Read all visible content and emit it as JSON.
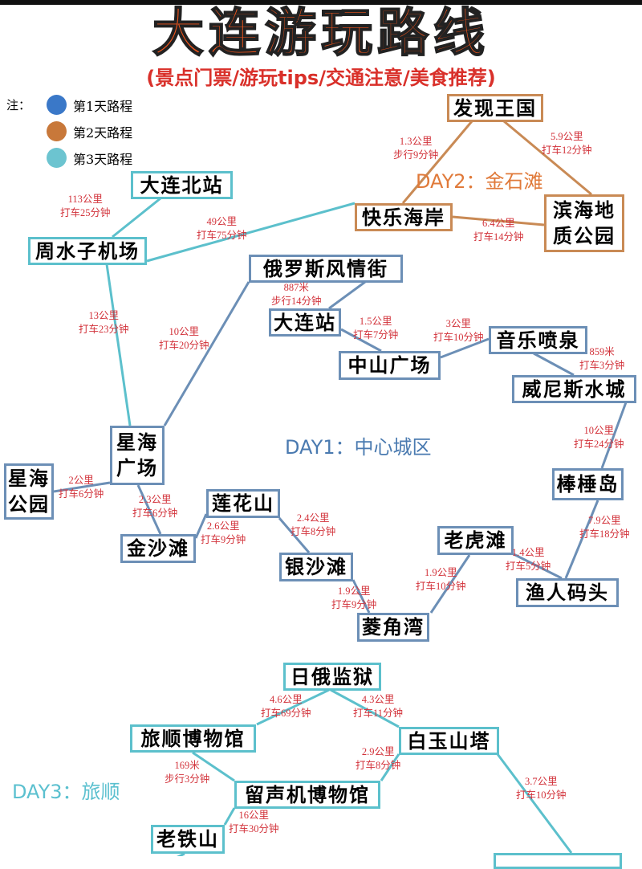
{
  "title": "大连游玩路线",
  "subtitle": "(景点门票/游玩tips/交通注意/美食推荐)",
  "colors": {
    "day1": "#6c8fb6",
    "day2": "#c98a55",
    "day3": "#5cc0cc",
    "title": "#f2561d",
    "label": "#d2323a"
  },
  "legend": {
    "note": "注：",
    "items": [
      {
        "label": "第1天路程",
        "color": "#3a78c8"
      },
      {
        "label": "第2天路程",
        "color": "#c8783a"
      },
      {
        "label": "第3天路程",
        "color": "#6cc4d0"
      }
    ]
  },
  "day_labels": [
    {
      "text": "DAY1：中心城区",
      "color": "#4a7ab0"
    },
    {
      "text": "DAY2：金石滩",
      "color": "#e07a3a"
    },
    {
      "text": "DAY3：旅顺",
      "color": "#5bc0cf"
    }
  ],
  "nodes": [
    {
      "lines": [
        "发现王国"
      ],
      "day": 2
    },
    {
      "lines": [
        "快乐海岸"
      ],
      "day": 2
    },
    {
      "lines": [
        "滨海地",
        "质公园"
      ],
      "day": 2
    },
    {
      "lines": [
        "大连北站"
      ],
      "day": 3
    },
    {
      "lines": [
        "周水子机场"
      ],
      "day": 3
    },
    {
      "lines": [
        "俄罗斯风情街"
      ],
      "day": 1
    },
    {
      "lines": [
        "大连站"
      ],
      "day": 1
    },
    {
      "lines": [
        "中山广场"
      ],
      "day": 1
    },
    {
      "lines": [
        "音乐喷泉"
      ],
      "day": 1
    },
    {
      "lines": [
        "威尼斯水城"
      ],
      "day": 1
    },
    {
      "lines": [
        "棒棰岛"
      ],
      "day": 1
    },
    {
      "lines": [
        "渔人码头"
      ],
      "day": 1
    },
    {
      "lines": [
        "老虎滩"
      ],
      "day": 1
    },
    {
      "lines": [
        "菱角湾"
      ],
      "day": 1
    },
    {
      "lines": [
        "银沙滩"
      ],
      "day": 1
    },
    {
      "lines": [
        "莲花山"
      ],
      "day": 1
    },
    {
      "lines": [
        "金沙滩"
      ],
      "day": 1
    },
    {
      "lines": [
        "星海",
        "广场"
      ],
      "day": 1
    },
    {
      "lines": [
        "星海",
        "公园"
      ],
      "day": 1
    },
    {
      "lines": [
        "日俄监狱"
      ],
      "day": 3
    },
    {
      "lines": [
        "旅顺博物馆"
      ],
      "day": 3
    },
    {
      "lines": [
        "白玉山塔"
      ],
      "day": 3
    },
    {
      "lines": [
        "留声机博物馆"
      ],
      "day": 3
    },
    {
      "lines": [
        "老铁山"
      ],
      "day": 3
    },
    {
      "lines": [
        ""
      ],
      "day": 3
    }
  ],
  "edges": [
    {
      "from": "发现王国",
      "to": "快乐海岸",
      "distance": "1.3公里",
      "time": "步行9分钟",
      "day": 2
    },
    {
      "from": "发现王国",
      "to": "滨海地质公园",
      "distance": "5.9公里",
      "time": "打车12分钟",
      "day": 2
    },
    {
      "from": "快乐海岸",
      "to": "滨海地质公园",
      "distance": "6.4公里",
      "time": "打车14分钟",
      "day": 2
    },
    {
      "from": "大连北站",
      "to": "周水子机场",
      "distance": "113公里",
      "time": "打车25分钟",
      "day": 3
    },
    {
      "from": "周水子机场",
      "to": "快乐海岸",
      "distance": "49公里",
      "time": "打车75分钟",
      "day": 3
    },
    {
      "from": "周水子机场",
      "to": "星海广场",
      "distance": "13公里",
      "time": "打车23分钟",
      "day": 3
    },
    {
      "from": "星海广场",
      "to": "俄罗斯风情街",
      "distance": "10公里",
      "time": "打车20分钟",
      "day": 1
    },
    {
      "from": "俄罗斯风情街",
      "to": "大连站",
      "distance": "887米",
      "time": "步行14分钟",
      "day": 1
    },
    {
      "from": "大连站",
      "to": "中山广场",
      "distance": "1.5公里",
      "time": "打车7分钟",
      "day": 1
    },
    {
      "from": "中山广场",
      "to": "音乐喷泉",
      "distance": "3公里",
      "time": "打车10分钟",
      "day": 1
    },
    {
      "from": "音乐喷泉",
      "to": "威尼斯水城",
      "distance": "859米",
      "time": "打车3分钟",
      "day": 1
    },
    {
      "from": "威尼斯水城",
      "to": "棒棰岛",
      "distance": "10公里",
      "time": "打车24分钟",
      "day": 1
    },
    {
      "from": "棒棰岛",
      "to": "渔人码头",
      "distance": "7.9公里",
      "time": "打车18分钟",
      "day": 1
    },
    {
      "from": "渔人码头",
      "to": "老虎滩",
      "distance": "1.4公里",
      "time": "打车5分钟",
      "day": 1
    },
    {
      "from": "老虎滩",
      "to": "菱角湾",
      "distance": "1.9公里",
      "time": "打车10分钟",
      "day": 1
    },
    {
      "from": "菱角湾",
      "to": "银沙滩",
      "distance": "1.9公里",
      "time": "打车9分钟",
      "day": 1
    },
    {
      "from": "银沙滩",
      "to": "莲花山",
      "distance": "2.4公里",
      "time": "打车8分钟",
      "day": 1
    },
    {
      "from": "莲花山",
      "to": "金沙滩",
      "distance": "2.6公里",
      "time": "打车9分钟",
      "day": 1
    },
    {
      "from": "金沙滩",
      "to": "星海广场",
      "distance": "2.3公里",
      "time": "打车6分钟",
      "day": 1
    },
    {
      "from": "星海公园",
      "to": "星海广场",
      "distance": "2公里",
      "time": "打车6分钟",
      "day": 1
    },
    {
      "from": "日俄监狱",
      "to": "旅顺博物馆",
      "distance": "4.6公里",
      "time": "打车69分钟",
      "day": 3
    },
    {
      "from": "日俄监狱",
      "to": "白玉山塔",
      "distance": "4.3公里",
      "time": "打车11分钟",
      "day": 3
    },
    {
      "from": "旅顺博物馆",
      "to": "留声机博物馆",
      "distance": "169米",
      "time": "步行3分钟",
      "day": 3
    },
    {
      "from": "白玉山塔",
      "to": "留声机博物馆",
      "distance": "2.9公里",
      "time": "打车8分钟",
      "day": 3
    },
    {
      "from": "留声机博物馆",
      "to": "老铁山",
      "distance": "16公里",
      "time": "打车30分钟",
      "day": 3
    },
    {
      "from": "白玉山塔",
      "to": "",
      "distance": "3.7公里",
      "time": "打车10分钟",
      "day": 3
    }
  ]
}
